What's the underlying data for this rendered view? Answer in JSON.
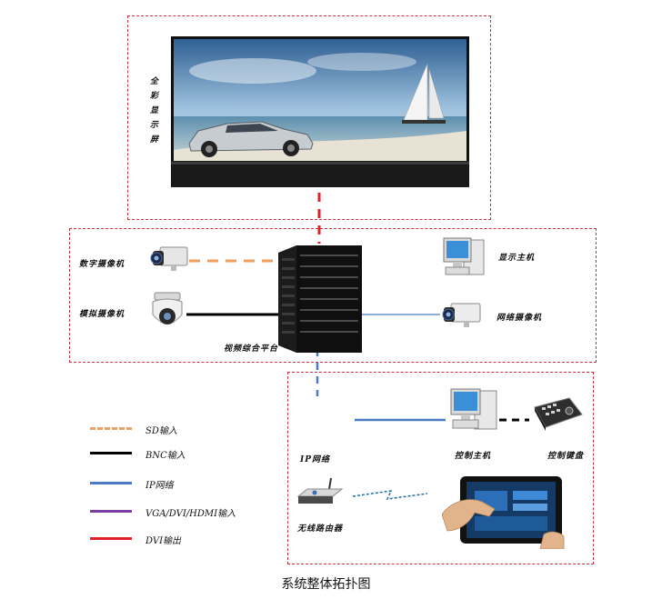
{
  "labels": {
    "display_screen": "全彩显示屏",
    "digital_camera": "数字摄像机",
    "analog_camera": "模拟摄像机",
    "video_platform": "视频综合平台",
    "display_host": "显示主机",
    "network_camera": "网络摄像机",
    "ip_network": "IP网络",
    "control_host": "控制主机",
    "control_keyboard": "控制键盘",
    "wireless_router": "无线路由器"
  },
  "legend": [
    {
      "label": "SD输入",
      "color": "#f0a060",
      "style": "dashed"
    },
    {
      "label": "BNC输入",
      "color": "#000000",
      "style": "solid"
    },
    {
      "label": "IP网络",
      "color": "#4a7cc4",
      "style": "solid"
    },
    {
      "label": "VGA/DVI/HDMI输入",
      "color": "#7b3fa0",
      "style": "solid"
    },
    {
      "label": "DVI输出",
      "color": "#e0202a",
      "style": "solid"
    }
  ],
  "caption": "系统整体拓扑图"
}
